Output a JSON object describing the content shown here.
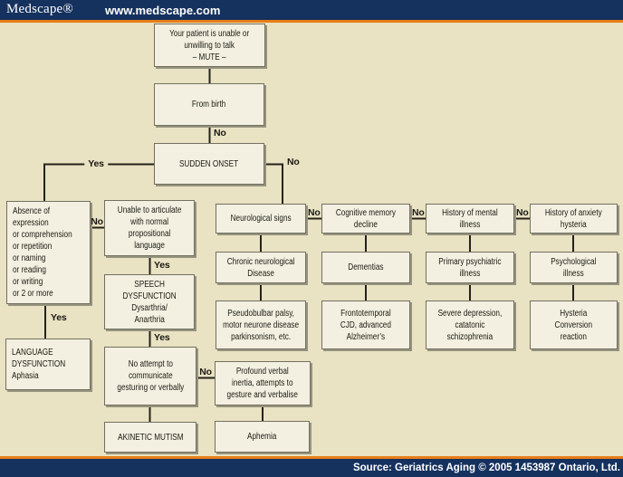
{
  "header": {
    "brand": "Medscape®",
    "site": "www.medscape.com"
  },
  "footer": {
    "source": "Source: Geriatrics Aging © 2005 1453987 Ontario, Ltd."
  },
  "colors": {
    "navy": "#15315e",
    "orange": "#e87d17",
    "background": "#e9e2c3",
    "box_fill": "#f3f0e1",
    "box_border": "#72705f",
    "line": "#23231a"
  },
  "flowchart": {
    "nodes": [
      {
        "id": "mute",
        "text": "Your patient is unable or\nunwilling to talk\n– MUTE –"
      },
      {
        "id": "from-birth",
        "text": "From birth"
      },
      {
        "id": "sudden-onset",
        "text": "SUDDEN ONSET"
      },
      {
        "id": "absence",
        "text": "Absence of\nexpression\nor comprehension\nor repetition\nor naming\nor reading\nor writing\nor 2 or more"
      },
      {
        "id": "unable-articulate",
        "text": "Unable to articulate\nwith normal\npropositional\nlanguage"
      },
      {
        "id": "speech-dysfunction",
        "text": "SPEECH DYSFUNCTION\nDysarthria/\nAnarthria"
      },
      {
        "id": "no-attempt",
        "text": "No attempt to\ncommunicate\ngesturing or verbally"
      },
      {
        "id": "language-dysfunction",
        "text": "LANGUAGE\nDYSFUNCTION\nAphasia"
      },
      {
        "id": "akinetic-mutism",
        "text": "AKINETIC MUTISM"
      },
      {
        "id": "profound-inertia",
        "text": "Profound verbal\ninertia, attempts to\ngesture and verbalise"
      },
      {
        "id": "aphemia",
        "text": "Aphemia"
      },
      {
        "id": "neurological-signs",
        "text": "Neurological signs"
      },
      {
        "id": "chronic-neurological",
        "text": "Chronic neurological\nDisease"
      },
      {
        "id": "pseudobulbar",
        "text": "Pseudobulbar palsy,\nmotor neurone disease\nparkinsonism, etc."
      },
      {
        "id": "cognitive-decline",
        "text": "Cognitive memory\ndecline"
      },
      {
        "id": "dementias",
        "text": "Dementias"
      },
      {
        "id": "frontotemporal",
        "text": "Frontotemporal\nCJD, advanced\nAlzheimer’s"
      },
      {
        "id": "history-mental-illness",
        "text": "History of mental\nillness"
      },
      {
        "id": "primary-psychiatric",
        "text": "Primary psychiatric\nillness"
      },
      {
        "id": "severe-depression",
        "text": "Severe depression,\ncatatonic\nschizophrenia"
      },
      {
        "id": "history-anxiety",
        "text": "History of anxiety\nhysteria"
      },
      {
        "id": "psychological-illness",
        "text": "Psychological\nillness"
      },
      {
        "id": "hysteria-conversion",
        "text": "Hysteria\nConversion\nreaction"
      }
    ],
    "labels": [
      {
        "id": "no-from-birth",
        "text": "No"
      },
      {
        "id": "yes-sudden-left",
        "text": "Yes"
      },
      {
        "id": "no-sudden-right",
        "text": "No"
      },
      {
        "id": "no-absence-unable",
        "text": "No"
      },
      {
        "id": "yes-absence-down",
        "text": "Yes"
      },
      {
        "id": "yes-unable-down",
        "text": "Yes"
      },
      {
        "id": "yes-speech-down",
        "text": "Yes"
      },
      {
        "id": "no-attempt-right",
        "text": "No"
      },
      {
        "id": "no-neuro-cognitive",
        "text": "No"
      },
      {
        "id": "no-cognitive-mental",
        "text": "No"
      },
      {
        "id": "no-mental-anxiety",
        "text": "No"
      }
    ]
  }
}
